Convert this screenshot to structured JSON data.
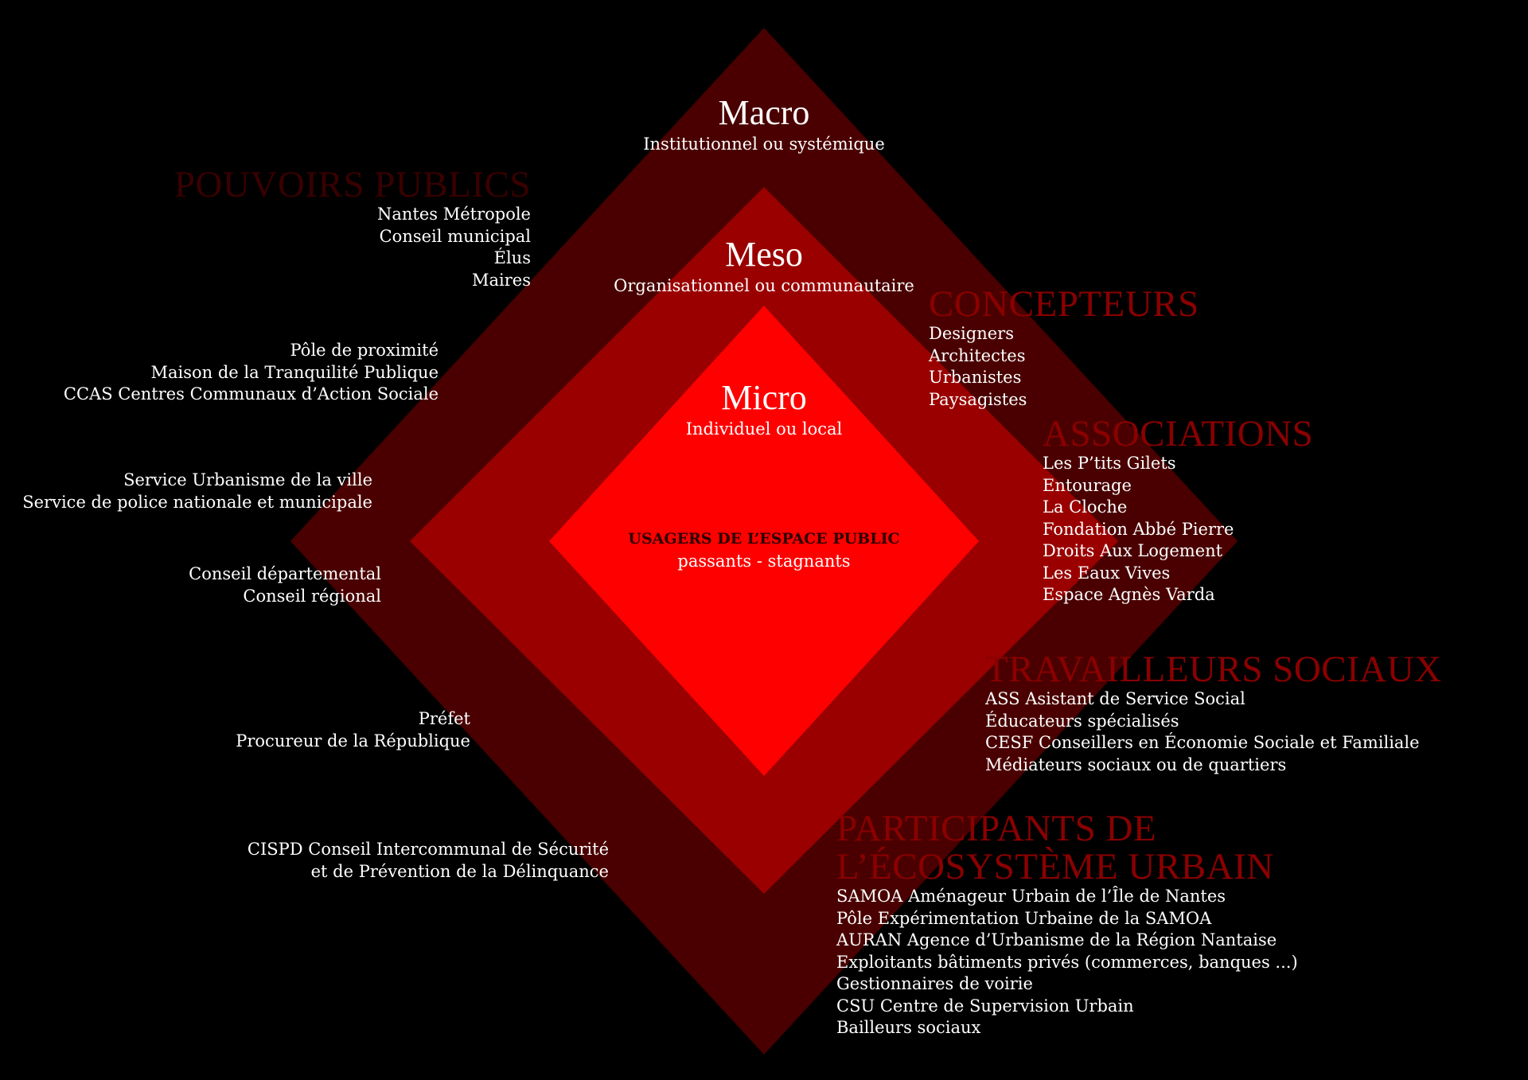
{
  "colors": {
    "background": "#000000",
    "outer_diamond": "#4a0000",
    "middle_diamond": "#9a0000",
    "inner_diamond": "#ff0000",
    "heading_dark": "#3a0000",
    "heading_red": "#8b0000"
  },
  "levels": {
    "macro": {
      "title": "Macro",
      "subtitle": "Institutionnel ou systémique"
    },
    "meso": {
      "title": "Meso",
      "subtitle": "Organisationnel ou communautaire"
    },
    "micro": {
      "title": "Micro",
      "subtitle": "Individuel ou local"
    }
  },
  "center": {
    "title": "USAGERS DE L’ESPACE PUBLIC",
    "subtitle": "passants - stagnants"
  },
  "pouvoirs_publics": {
    "heading": "POUVOIRS PUBLICS",
    "items": [
      "Nantes Métropole",
      "Conseil municipal",
      "Élus",
      "Maires"
    ]
  },
  "left_blocks": [
    [
      "Pôle de proximité",
      "Maison de la Tranquilité Publique",
      "CCAS Centres Communaux d’Action Sociale"
    ],
    [
      "Service Urbanisme de la ville",
      "Service de police nationale et municipale"
    ],
    [
      "Conseil départemental",
      "Conseil régional"
    ],
    [
      "Préfet",
      "Procureur de la République"
    ],
    [
      "CISPD Conseil Intercommunal de Sécurité",
      "et de Prévention de la Délinquance"
    ]
  ],
  "concepteurs": {
    "heading": "CONCEPTEURS",
    "items": [
      "Designers",
      "Architectes",
      "Urbanistes",
      "Paysagistes"
    ]
  },
  "associations": {
    "heading": "ASSOCIATIONS",
    "items": [
      "Les P’tits Gilets",
      "Entourage",
      "La Cloche",
      "Fondation Abbé Pierre",
      "Droits Aux Logement",
      "Les Eaux Vives",
      "Espace Agnès Varda"
    ]
  },
  "travailleurs": {
    "heading": "TRAVAILLEURS SOCIAUX",
    "items": [
      "ASS Asistant de Service Social",
      "Éducateurs spécialisés",
      "CESF Conseillers en Économie Sociale et Familiale",
      "Médiateurs sociaux ou de quartiers"
    ]
  },
  "participants": {
    "heading_line1": "PARTICIPANTS DE",
    "heading_line2": "L’ÉCOSYSTÈME URBAIN",
    "items": [
      "SAMOA Aménageur Urbain de l’Île de Nantes",
      "Pôle Expérimentation Urbaine de la SAMOA",
      "AURAN Agence d’Urbanisme de la Région Nantaise",
      "Exploitants bâtiments privés (commerces, banques ...)",
      "Gestionnaires de voirie",
      "CSU Centre de Supervision Urbain",
      "Bailleurs sociaux"
    ]
  }
}
